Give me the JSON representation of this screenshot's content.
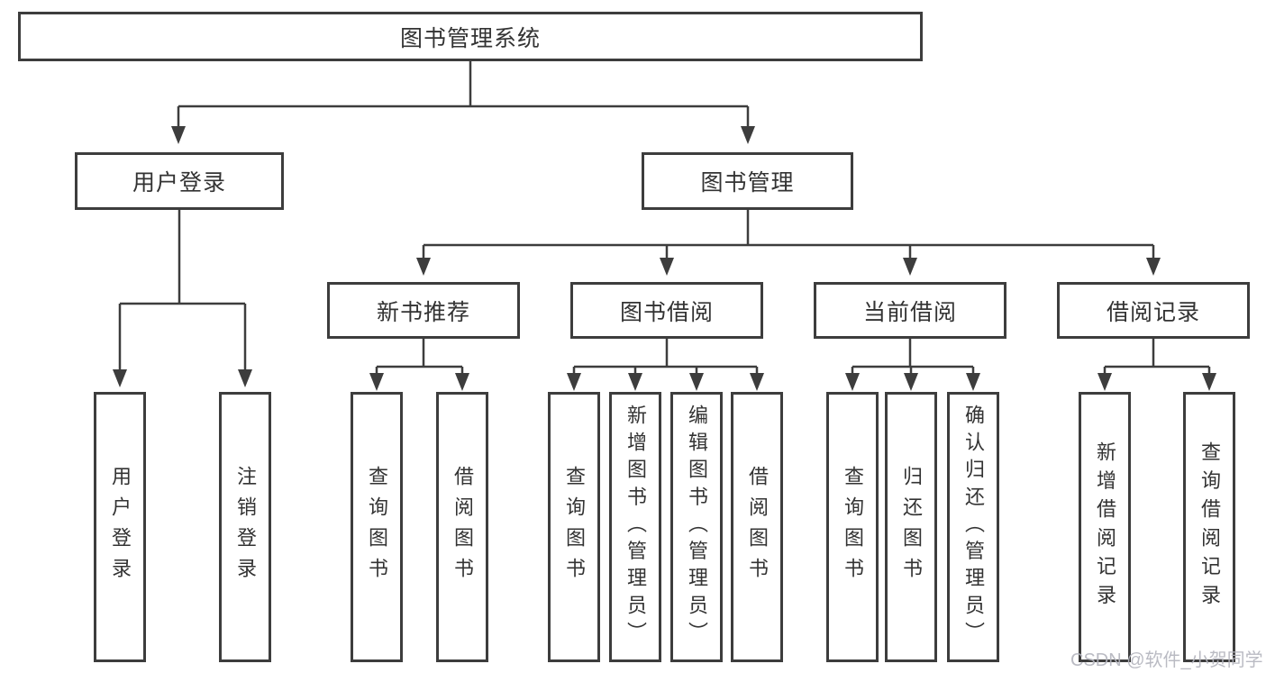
{
  "title": {
    "label": "图书管理系统"
  },
  "branches": {
    "user_login": {
      "label": "用户登录",
      "children": [
        {
          "label": "用户登录"
        },
        {
          "label": "注销登录"
        }
      ]
    },
    "book_mgmt": {
      "label": "图书管理",
      "children": [
        {
          "label": "新书推荐",
          "children": [
            {
              "label": "查询图书"
            },
            {
              "label": "借阅图书"
            }
          ]
        },
        {
          "label": "图书借阅",
          "children": [
            {
              "label": "查询图书"
            },
            {
              "label": "新增图书（管理员）"
            },
            {
              "label": "编辑图书（管理员）"
            },
            {
              "label": "借阅图书"
            }
          ]
        },
        {
          "label": "当前借阅",
          "children": [
            {
              "label": "查询图书"
            },
            {
              "label": "归还图书"
            },
            {
              "label": "确认归还（管理员）"
            }
          ]
        },
        {
          "label": "借阅记录",
          "children": [
            {
              "label": "新增借阅记录"
            },
            {
              "label": "查询借阅记录"
            }
          ]
        }
      ]
    }
  },
  "watermark": "CSDN @软件_小贺同学",
  "colors": {
    "line": "#3d3d3d",
    "text": "#333333",
    "background": "#ffffff",
    "watermark": "#b2b4bc"
  }
}
